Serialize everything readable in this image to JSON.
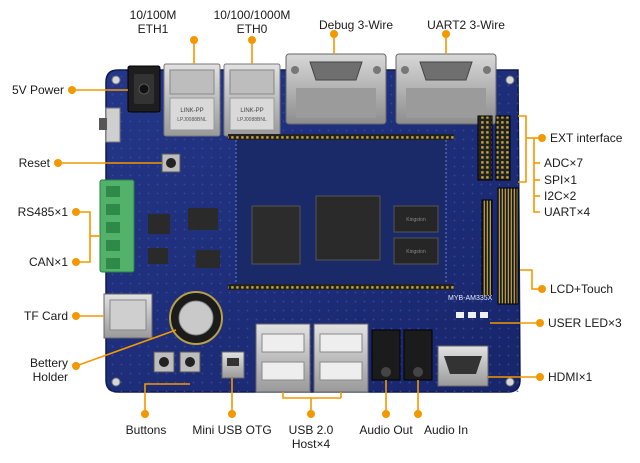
{
  "callouts": {
    "eth1_line1": "10/100M",
    "eth1_line2": "ETH1",
    "eth0_line1": "10/100/1000M",
    "eth0_line2": "ETH0",
    "debug": "Debug 3-Wire",
    "uart2": "UART2 3-Wire",
    "power": "5V Power",
    "reset": "Reset",
    "rs485": "RS485×1",
    "can": "CAN×1",
    "tf": "TF Card",
    "battery_line1": "Bettery",
    "battery_line2": "Holder",
    "ext": "EXT interface",
    "adc": "ADC×7",
    "spi": "SPI×1",
    "i2c": "I2C×2",
    "uart": "UART×4",
    "lcd": "LCD+Touch",
    "userled": "USER LED×3",
    "hdmi": "HDMI×1",
    "buttons": "Buttons",
    "miniusb": "Mini USB OTG",
    "usb_line1": "USB 2.0",
    "usb_line2": "Host×4",
    "audio_out": "Audio Out",
    "audio_in": "Audio In"
  },
  "board_silkscreen": {
    "model": "MYB-AM335X",
    "magjack_brand": "LINK-PP",
    "magjack_code": "LPJ0088BNL",
    "chip_brand": "Kingston"
  },
  "colors": {
    "pcb": "#1d2e78",
    "pcb_dark": "#15225c",
    "accent_orange": "#f39800",
    "connector_green": "#52b26a",
    "magjack": "#c9c9c9",
    "dsub": "#b6b6b6",
    "silk": "#e6ecff"
  }
}
